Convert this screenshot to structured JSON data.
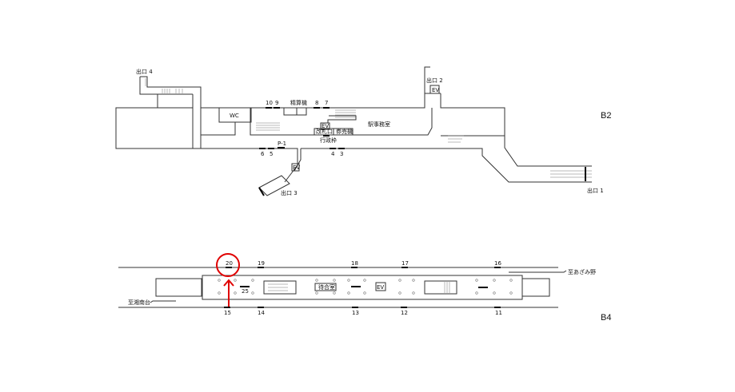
{
  "b2": {
    "floor": "B2",
    "exits": {
      "exit1": "出口 1",
      "exit2": "出口 2",
      "exit3": "出口 3",
      "exit4": "出口 4"
    },
    "rooms": {
      "toilet": "WC",
      "fare_adjust": "精算機",
      "station_office": "駅事務室",
      "ticket_gate": "改札口",
      "ticket_machine": "券売機",
      "admin_frame": "行政枠",
      "ev": "EV",
      "p1": "P-1"
    },
    "stops": [
      "10",
      "9",
      "8",
      "7",
      "6",
      "5",
      "4",
      "3"
    ]
  },
  "b4": {
    "floor": "B4",
    "stops_top": [
      "20",
      "19",
      "18",
      "17",
      "16"
    ],
    "stops_bottom": [
      "15",
      "14",
      "13",
      "12",
      "11"
    ],
    "stop_center": "25",
    "waiting_room": "待合室",
    "ev": "EV",
    "dir_right": "至あざみ野",
    "dir_left": "至湘南台",
    "highlight_stop": "20",
    "highlight_color": "#e00000"
  }
}
